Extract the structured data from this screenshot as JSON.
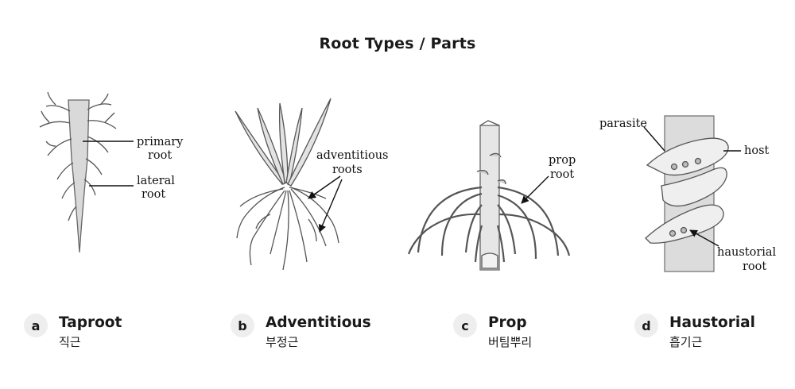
{
  "title": "Root Types / Parts",
  "panels": [
    {
      "letter": "a",
      "name": "Taproot",
      "korean": "직근",
      "labels": [
        "primary",
        "root",
        "lateral",
        "root"
      ]
    },
    {
      "letter": "b",
      "name": "Adventitious",
      "korean": "부정근",
      "labels": [
        "adventitious",
        "roots"
      ]
    },
    {
      "letter": "c",
      "name": "Prop",
      "korean": "버팀뿌리",
      "labels": [
        "prop",
        "root"
      ]
    },
    {
      "letter": "d",
      "name": "Haustorial",
      "korean": "흡기근",
      "labels": [
        "parasite",
        "host",
        "haustorial",
        "root"
      ]
    }
  ]
}
